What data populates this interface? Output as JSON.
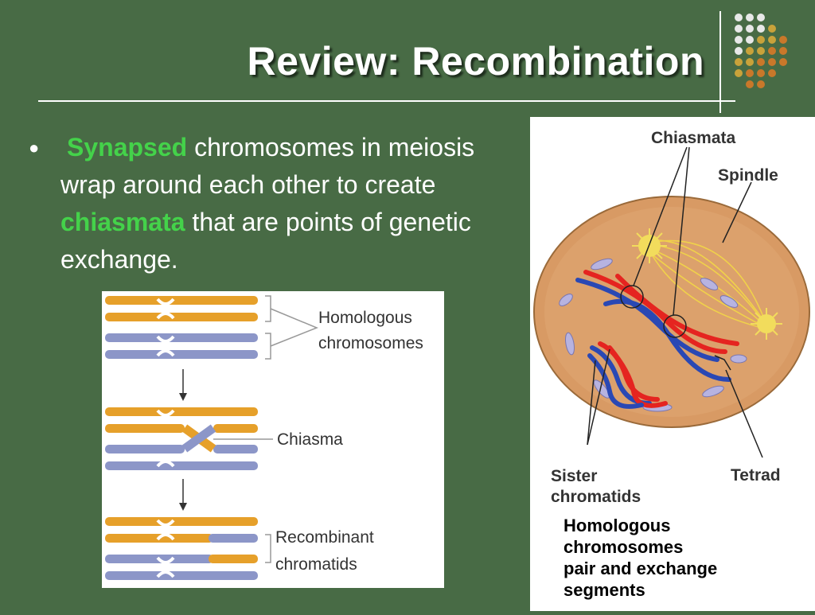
{
  "slide": {
    "title": "Review: Recombination",
    "bullet": {
      "part1": "Synapsed",
      "part2": " chromosomes in meiosis wrap around each other to create ",
      "part3": "chiasmata",
      "part4": " that are points of genetic exchange."
    }
  },
  "left_diagram": {
    "label_homologous_line1": "Homologous",
    "label_homologous_line2": "chromosomes",
    "label_chiasma": "Chiasma",
    "label_recombinant_line1": "Recombinant",
    "label_recombinant_line2": "chromatids"
  },
  "right_diagram": {
    "label_chiasmata": "Chiasmata",
    "label_spindle": "Spindle",
    "label_sister_line1": "Sister",
    "label_sister_line2": "chromatids",
    "label_tetrad": "Tetrad",
    "caption_line1": "Homologous",
    "caption_line2": "chromosomes",
    "caption_line3": "pair and exchange",
    "caption_line4": "segments"
  },
  "colors": {
    "background": "#486b45",
    "highlight": "#44d24a",
    "orange_chromatid": "#e6a02a",
    "blue_chromatid": "#8c96c8",
    "red_chromosome": "#e52420",
    "navy_chromosome": "#2a48b4",
    "cell": "#d89a64"
  }
}
